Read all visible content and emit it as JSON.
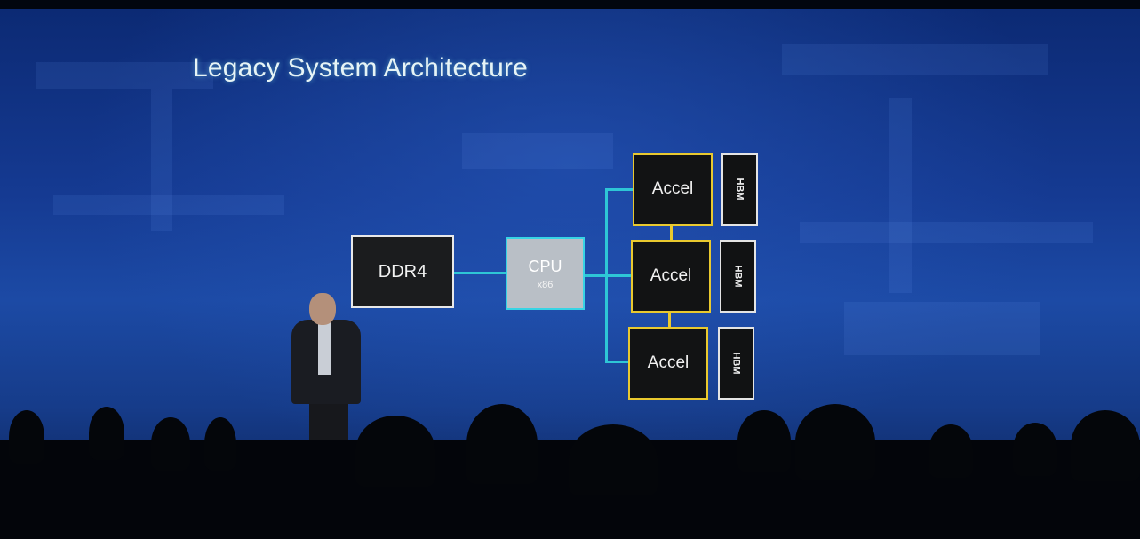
{
  "slide": {
    "title": "Legacy System Architecture"
  },
  "diagram": {
    "ddr4": "DDR4",
    "cpu": {
      "label": "CPU",
      "sublabel": "x86"
    },
    "accelerators": [
      "Accel",
      "Accel",
      "Accel"
    ],
    "memory": [
      "HBM",
      "HBM",
      "HBM"
    ]
  },
  "colors": {
    "cpu_link": "#2ec6d6",
    "accel_border": "#e9c92f",
    "box_border": "#e8e8e8",
    "background": "#153a92"
  }
}
